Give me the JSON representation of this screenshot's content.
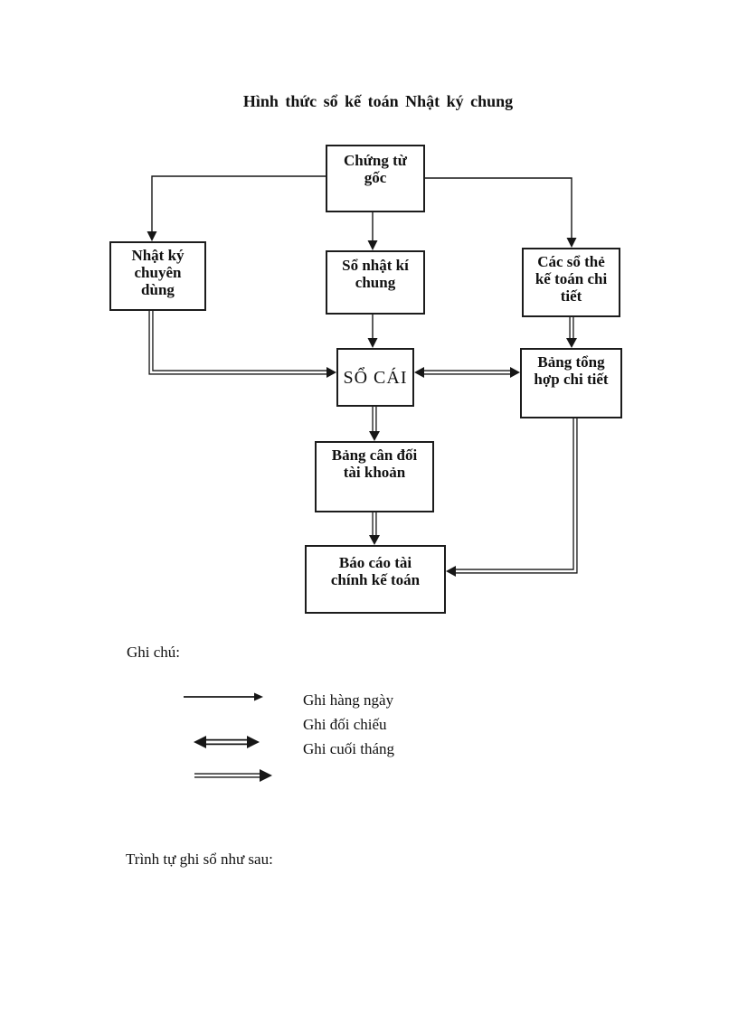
{
  "page": {
    "title": "Hình thức sổ kế toán Nhật ký chung",
    "footer_text": "Trình tự ghi sổ như sau:"
  },
  "diagram": {
    "boxes": [
      {
        "id": "chung-tu-goc",
        "label": [
          "Chứng từ",
          "gốc"
        ]
      },
      {
        "id": "nhat-ky-chuyen-dung",
        "label": [
          "Nhật ký",
          "chuyên",
          "dùng"
        ]
      },
      {
        "id": "so-nhat-ki-chung",
        "label": [
          "Sổ nhật kí",
          "chung"
        ]
      },
      {
        "id": "cac-so-the-ke-toan-chi-tiet",
        "label": [
          "Các sổ thẻ",
          "kế toán chi",
          "tiết"
        ]
      },
      {
        "id": "so-cai",
        "label": [
          "SỔ CÁI"
        ]
      },
      {
        "id": "bang-tong-hop-chi-tiet",
        "label": [
          "Bảng tổng",
          "hợp chi tiết"
        ]
      },
      {
        "id": "bang-can-doi-tai-khoan",
        "label": [
          "Bảng cân đối",
          "tài khoản"
        ]
      },
      {
        "id": "bao-cao-tai-chinh-ke-toan",
        "label": [
          "Báo cáo tài",
          "chính kế toán"
        ]
      }
    ]
  },
  "legend": {
    "heading": "Ghi chú:",
    "items": [
      {
        "arrow": "single-arrow",
        "label": "Ghi hàng ngày"
      },
      {
        "arrow": "double-headed-arrow",
        "label": "Ghi đối chiếu"
      },
      {
        "arrow": "double-line-arrow",
        "label": "Ghi cuối tháng"
      }
    ]
  },
  "colors": {
    "ink": "#161616",
    "background": "#ffffff"
  }
}
